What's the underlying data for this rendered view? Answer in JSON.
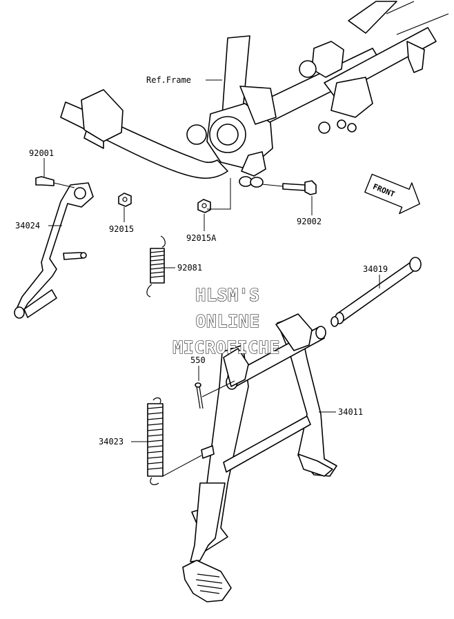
{
  "diagram": {
    "callouts": {
      "ref_frame": "Ref.Frame",
      "p92001": "92001",
      "p34024": "34024",
      "p92015": "92015",
      "p92015a": "92015A",
      "p92002": "92002",
      "p92081": "92081",
      "p34019": "34019",
      "p550": "550",
      "p34011": "34011",
      "p34023": "34023"
    },
    "front_arrow": "FRONT",
    "watermark": {
      "line1": "HLSM'S",
      "line2": "ONLINE",
      "line3": "MICROFICHE"
    }
  }
}
